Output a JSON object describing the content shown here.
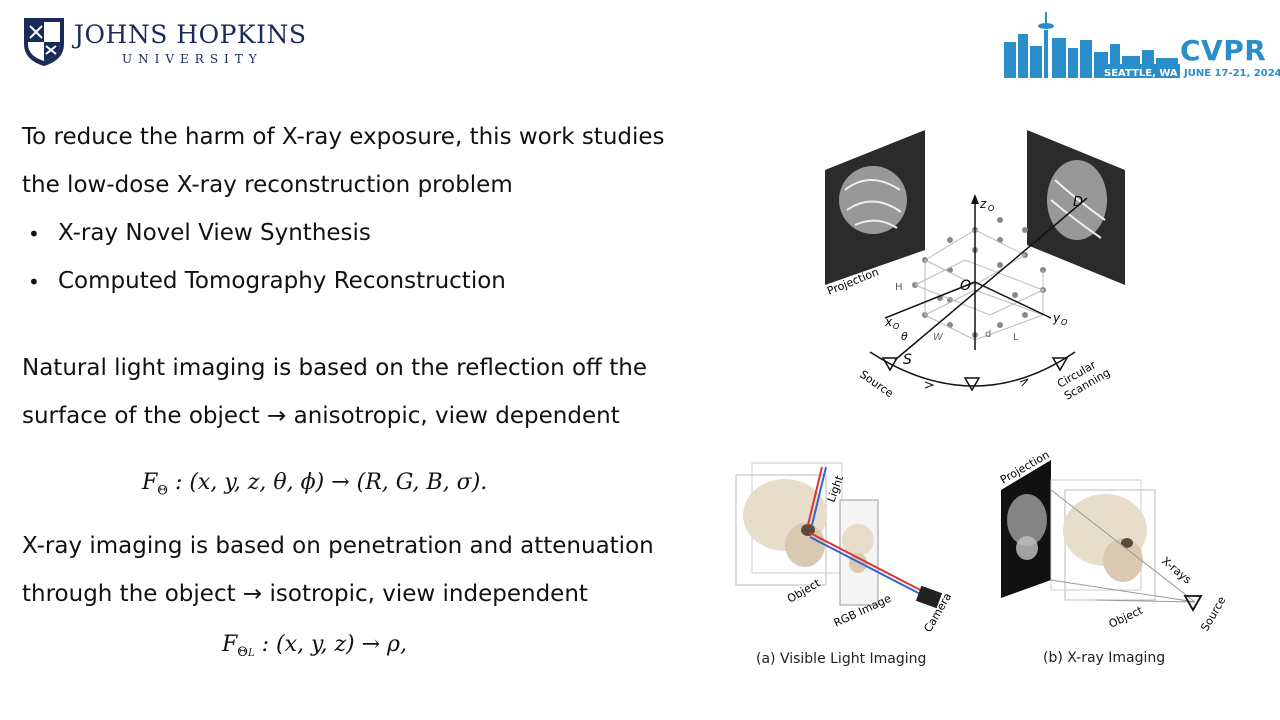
{
  "header": {
    "university_name": "JOHNS HOPKINS",
    "university_sub": "UNIVERSITY",
    "conference": "CVPR",
    "conference_city": "SEATTLE, WA",
    "conference_dates": "JUNE 17-21, 2024"
  },
  "intro": {
    "line1": "To reduce the harm of X-ray exposure, this work studies",
    "line2": "the low-dose X-ray reconstruction problem",
    "bullets": [
      "X-ray Novel View Synthesis",
      "Computed Tomography Reconstruction"
    ]
  },
  "natural": {
    "line1": "Natural light imaging is based on the reflection off the",
    "line2": "surface of the object → anisotropic, view dependent",
    "equation_lhs": "F",
    "equation_sub": "Θ",
    "equation_rhs": ":  (x, y, z, θ, ϕ) → (R, G, B, σ)."
  },
  "xray": {
    "line1": "X-ray imaging is based on penetration and attenuation",
    "line2": "through the object → isotropic, view independent",
    "equation_lhs": "F",
    "equation_sub": "Θ",
    "equation_subsub": "L",
    "equation_rhs": ":  (x, y, z) → ρ,"
  },
  "figure_top": {
    "projection": "Projection",
    "z": "z",
    "z_sub": "O",
    "d_label": "D",
    "o_label": "O",
    "h_label": "H",
    "x": "x",
    "x_sub": "O",
    "theta": "θ",
    "w_label": "W",
    "d_small": "d",
    "l_label": "L",
    "y": "y",
    "y_sub": "O",
    "s_label": "S",
    "source": "Source",
    "circular": "Circular",
    "scanning": "Scanning"
  },
  "figure_visible": {
    "light": "Light",
    "object": "Object",
    "rgb_image": "RGB Image",
    "camera": "Camera",
    "caption": "(a) Visible Light Imaging"
  },
  "figure_xray": {
    "projection": "Projection",
    "xrays": "X-rays",
    "object": "Object",
    "source": "Source",
    "caption": "(b) X-ray Imaging"
  }
}
